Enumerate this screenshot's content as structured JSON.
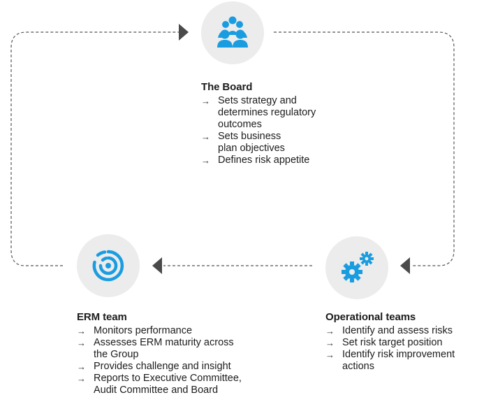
{
  "accent_color": "#1a9de0",
  "board": {
    "icon": "people-group-icon",
    "title": "The Board",
    "items": [
      [
        "Sets strategy and",
        "determines regulatory",
        "outcomes"
      ],
      [
        "Sets business",
        "plan objectives"
      ],
      [
        "Defines risk appetite"
      ]
    ]
  },
  "erm": {
    "icon": "target-rings-icon",
    "title": "ERM team",
    "items": [
      [
        "Monitors performance"
      ],
      [
        "Assesses ERM maturity across",
        "the Group"
      ],
      [
        "Provides challenge and insight"
      ],
      [
        "Reports to Executive Committee,",
        "Audit Committee and Board"
      ]
    ]
  },
  "operational": {
    "icon": "gears-icon",
    "title": "Operational teams",
    "items": [
      [
        "Identify and assess risks"
      ],
      [
        "Set risk target position"
      ],
      [
        "Identify risk improvement",
        "actions"
      ]
    ]
  },
  "bullet_glyph": "→"
}
